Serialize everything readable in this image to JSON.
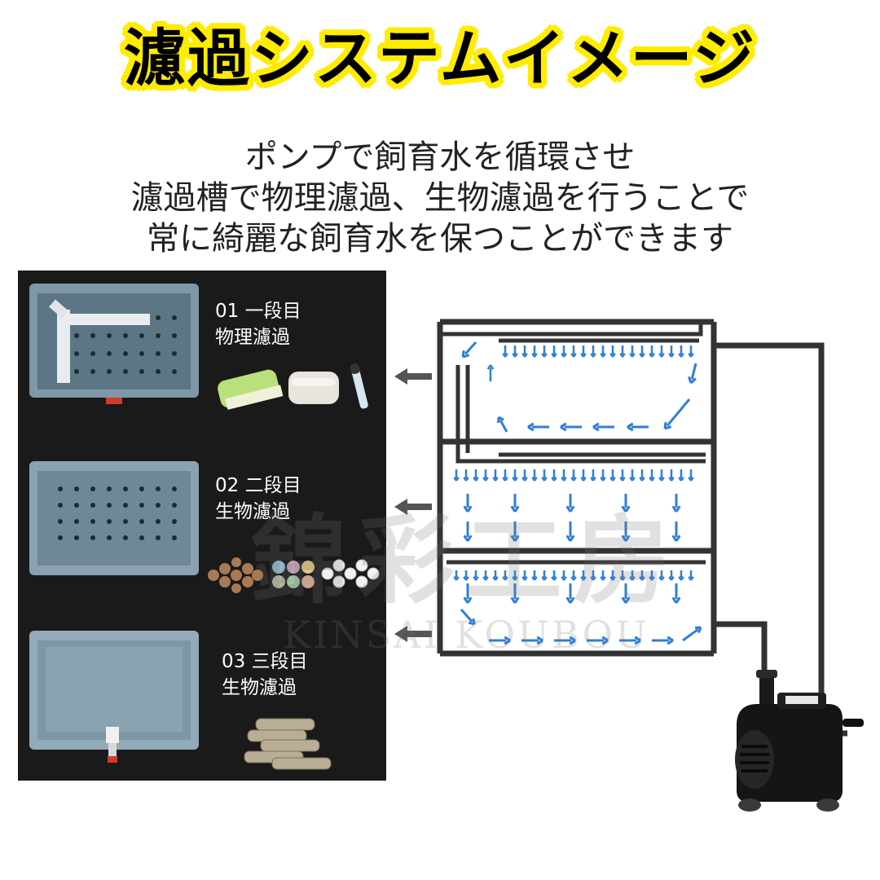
{
  "title": "濾過システムイメージ",
  "description": [
    "ポンプで飼育水を循環させ",
    "濾過槽で物理濾過、生物濾過を行うことで",
    "常に綺麗な飼育水を保つことができます"
  ],
  "stages": [
    {
      "number_label": "01 一段目",
      "type_label": "物理濾過"
    },
    {
      "number_label": "02 二段目",
      "type_label": "生物濾過"
    },
    {
      "number_label": "03 三段目",
      "type_label": "生物濾過"
    }
  ],
  "watermark": {
    "kanji": "錦彩工房",
    "latin": "KINSAI KOUBOU"
  },
  "colors": {
    "title_highlight": "#ffec00",
    "panel_background": "#1a1a1a",
    "flow_arrow": "#2f7fd6",
    "pipe": "#333333",
    "tray": "#6f8a99"
  }
}
